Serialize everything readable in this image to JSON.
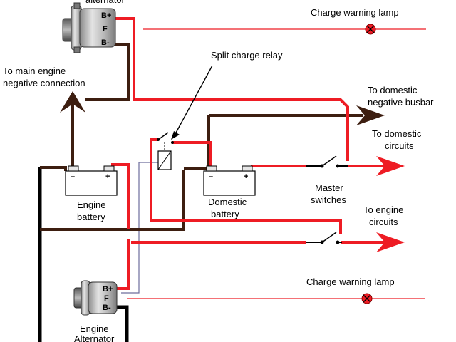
{
  "colors": {
    "positive": "#ee1c24",
    "negative": "#3d1e10",
    "ground": "#000000",
    "sense": "#6d6d9c",
    "lamp": "#ee1c24"
  },
  "labels": {
    "top_alternator": "alternator",
    "charge_lamp_top": "Charge warning lamp",
    "to_main_engine_1": "To main engine",
    "to_main_engine_2": "negative connection",
    "split_relay": "Split charge relay",
    "to_domestic_neg_1": "To domestic",
    "to_domestic_neg_2": "negative busbar",
    "to_domestic_circ_1": "To domestic",
    "to_domestic_circ_2": "circuits",
    "engine_battery_1": "Engine",
    "engine_battery_2": "battery",
    "domestic_battery_1": "Domestic",
    "domestic_battery_2": "battery",
    "master_switches_1": "Master",
    "master_switches_2": "switches",
    "to_engine_circ_1": "To engine",
    "to_engine_circ_2": "circuits",
    "charge_lamp_bottom": "Charge warning lamp",
    "engine_alt_1": "Engine",
    "engine_alt_2": "Alternator"
  },
  "terminals": {
    "b_plus": "B+",
    "f": "F",
    "b_minus": "B-"
  },
  "battery_marks": {
    "minus": "–",
    "plus": "+"
  },
  "icons": [
    "alternator-icon",
    "battery-icon",
    "relay-icon",
    "lamp-icon",
    "arrow-icon",
    "switch-icon"
  ]
}
